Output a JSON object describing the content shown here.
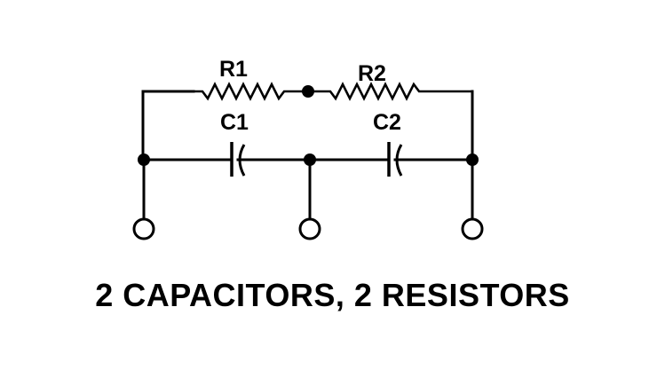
{
  "diagram": {
    "caption": "2 CAPACITORS, 2 RESISTORS",
    "components": {
      "r1": {
        "label": "R1",
        "type": "resistor"
      },
      "r2": {
        "label": "R2",
        "type": "resistor"
      },
      "c1": {
        "label": "C1",
        "type": "capacitor"
      },
      "c2": {
        "label": "C2",
        "type": "capacitor"
      }
    },
    "terminals": [
      {
        "name": "terminal-left"
      },
      {
        "name": "terminal-middle"
      },
      {
        "name": "terminal-right"
      }
    ],
    "colors": {
      "line": "#000000",
      "background": "#ffffff"
    }
  }
}
